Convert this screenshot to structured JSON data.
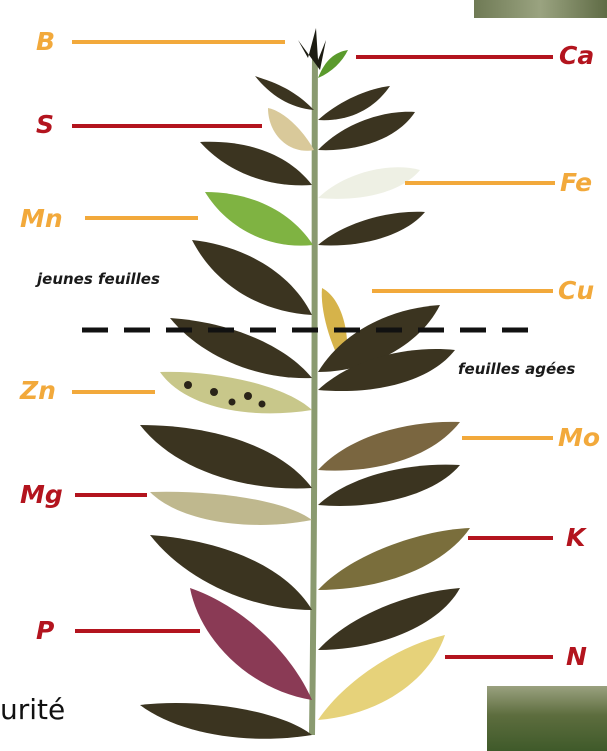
{
  "colors": {
    "orange": "#f2a93b",
    "red": "#b3141e",
    "dark_leaf": "#3b3420",
    "stem": "#8a9a70"
  },
  "labels": {
    "B": "B",
    "Ca": "Ca",
    "S": "S",
    "Fe": "Fe",
    "Mn": "Mn",
    "Cu": "Cu",
    "Zn": "Zn",
    "Mo": "Mo",
    "Mg": "Mg",
    "K": "K",
    "P": "P",
    "N": "N"
  },
  "notes": {
    "young": "jeunes feuilles",
    "old": "feuilles agées"
  },
  "caption": "urité"
}
